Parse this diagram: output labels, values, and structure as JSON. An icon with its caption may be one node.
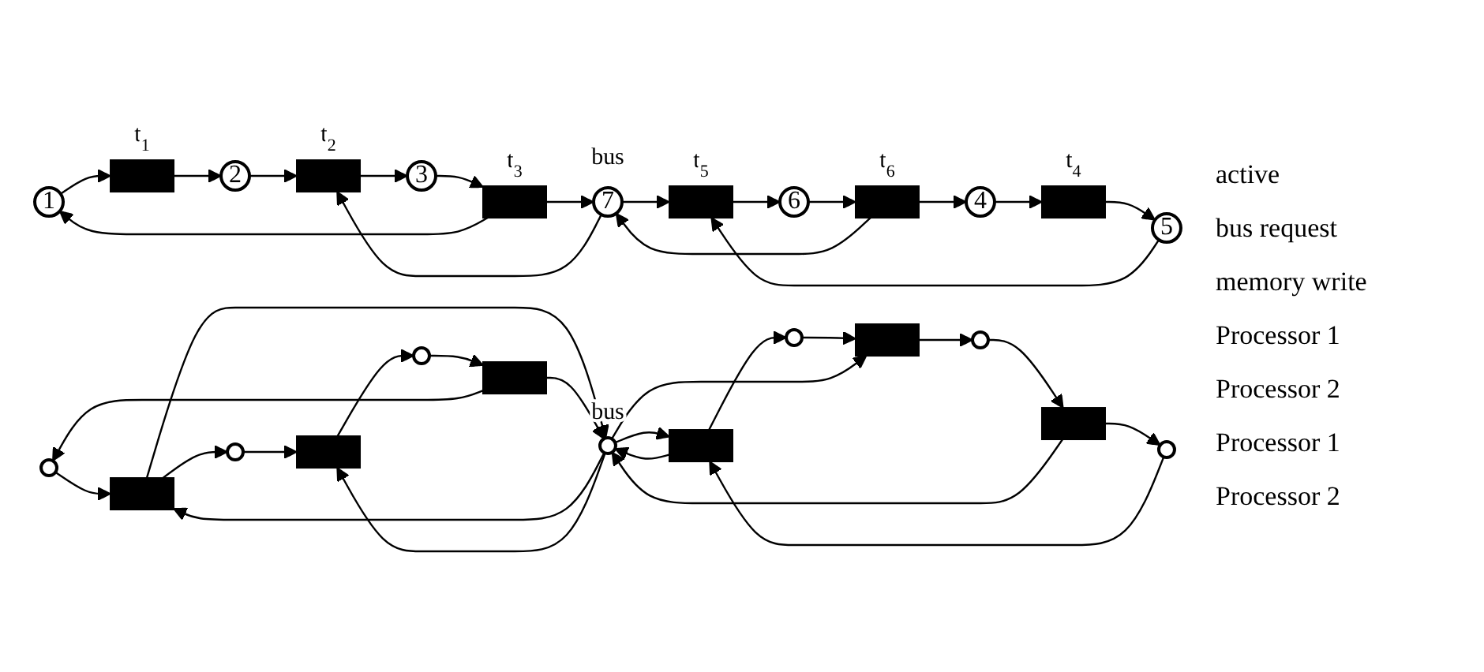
{
  "diagram": {
    "nodes": [
      {
        "text": [
          "1"
        ]
      },
      {
        "text": [],
        "shape": "bar",
        "beside": [
          "t$_{1}$"
        ]
      },
      {
        "text": [
          "2"
        ]
      },
      {
        "text": [],
        "shape": "bar",
        "beside": [
          "t$_{2}$"
        ]
      },
      {
        "text": [
          "3"
        ]
      },
      {
        "text": [],
        "shape": "bar",
        "beside": [
          "t$_{3}$"
        ]
      },
      {
        "text": [
          "7"
        ],
        "beside": [
          "bus"
        ]
      },
      {
        "text": [
          "4"
        ]
      },
      {
        "text": [],
        "shape": "bar",
        "beside": [
          "t$_{4}$"
        ]
      },
      {
        "text": [
          "5"
        ]
      },
      {
        "text": [],
        "shape": "bar",
        "beside": [
          "t$_{5}$"
        ]
      },
      {
        "text": [
          "6"
        ]
      },
      {
        "text": [],
        "shape": "bar",
        "beside": [
          "t$_{6}$"
        ]
      },
      {
        "text": [],
        "shape": "circle"
      },
      {
        "text": [],
        "shape": "bar"
      },
      {
        "text": [],
        "shape": "circle"
      },
      {
        "text": [],
        "shape": "bar"
      },
      {
        "text": [],
        "shape": "circle"
      },
      {
        "text": [],
        "shape": "bar"
      },
      {
        "text": [],
        "shape": "circle",
        "beside": [
          "bus"
        ]
      },
      {
        "text": [],
        "shape": "circle"
      },
      {
        "text": [],
        "shape": "bar"
      },
      {
        "text": [],
        "shape": "circle"
      },
      {
        "text": [],
        "shape": "bar"
      },
      {
        "text": [],
        "shape": "circle"
      },
      {
        "text": [],
        "shape": "bar"
      }
    ],
    "edges": [
      {
        "from": 0,
        "to": 1,
        "arrow": "to"
      },
      {
        "from": 1,
        "to": 2,
        "arrow": "to"
      },
      {
        "from": 2,
        "to": 3,
        "arrow": "to"
      },
      {
        "from": 3,
        "to": 4,
        "arrow": "to"
      },
      {
        "from": 4,
        "to": 5,
        "arrow": "to"
      },
      {
        "from": 5,
        "to": 0,
        "arrow": "to"
      },
      {
        "from": 6,
        "to": 3,
        "arrow": "to"
      },
      {
        "from": 5,
        "to": 6,
        "arrow": "to"
      },
      {
        "from": 7,
        "to": 8,
        "arrow": "to"
      },
      {
        "from": 8,
        "to": 9,
        "arrow": "to"
      },
      {
        "from": 9,
        "to": 10,
        "arrow": "to"
      },
      {
        "from": 10,
        "to": 11,
        "arrow": "to"
      },
      {
        "from": 11,
        "to": 12,
        "arrow": "to"
      },
      {
        "from": 12,
        "to": 7,
        "arrow": "to"
      },
      {
        "from": 6,
        "to": 10,
        "arrow": "to"
      },
      {
        "from": 12,
        "to": 6,
        "arrow": "to"
      },
      {
        "from": 13,
        "to": 14,
        "arrow": "to"
      },
      {
        "from": 14,
        "to": 15,
        "arrow": "to"
      },
      {
        "from": 15,
        "to": 16,
        "arrow": "to"
      },
      {
        "from": 16,
        "to": 17,
        "arrow": "to"
      },
      {
        "from": 17,
        "to": 18,
        "arrow": "to"
      },
      {
        "from": 18,
        "to": 13,
        "arrow": "to"
      },
      {
        "from": 19,
        "to": 14,
        "arrow": "to"
      },
      {
        "from": 14,
        "to": 19,
        "arrow": "to"
      },
      {
        "from": 19,
        "to": 16,
        "arrow": "to"
      },
      {
        "from": 18,
        "to": 19,
        "arrow": "to"
      },
      {
        "from": 20,
        "to": 21,
        "arrow": "to"
      },
      {
        "from": 21,
        "to": 22,
        "arrow": "to"
      },
      {
        "from": 22,
        "to": 23,
        "arrow": "to"
      },
      {
        "from": 23,
        "to": 24,
        "arrow": "to"
      },
      {
        "from": 24,
        "to": 25,
        "arrow": "to"
      },
      {
        "from": 25,
        "to": 20,
        "arrow": "to"
      },
      {
        "from": 19,
        "to": 21,
        "arrow": "to"
      },
      {
        "from": 21,
        "to": 19,
        "arrow": "to"
      },
      {
        "from": 19,
        "to": 23,
        "arrow": "to"
      },
      {
        "from": 25,
        "to": 19,
        "arrow": "to"
      }
    ],
    "labels": [
      "active",
      "bus request",
      "memory write",
      "Processor 1",
      "Processor 2",
      "Processor 1",
      "Processor 2"
    ]
  }
}
